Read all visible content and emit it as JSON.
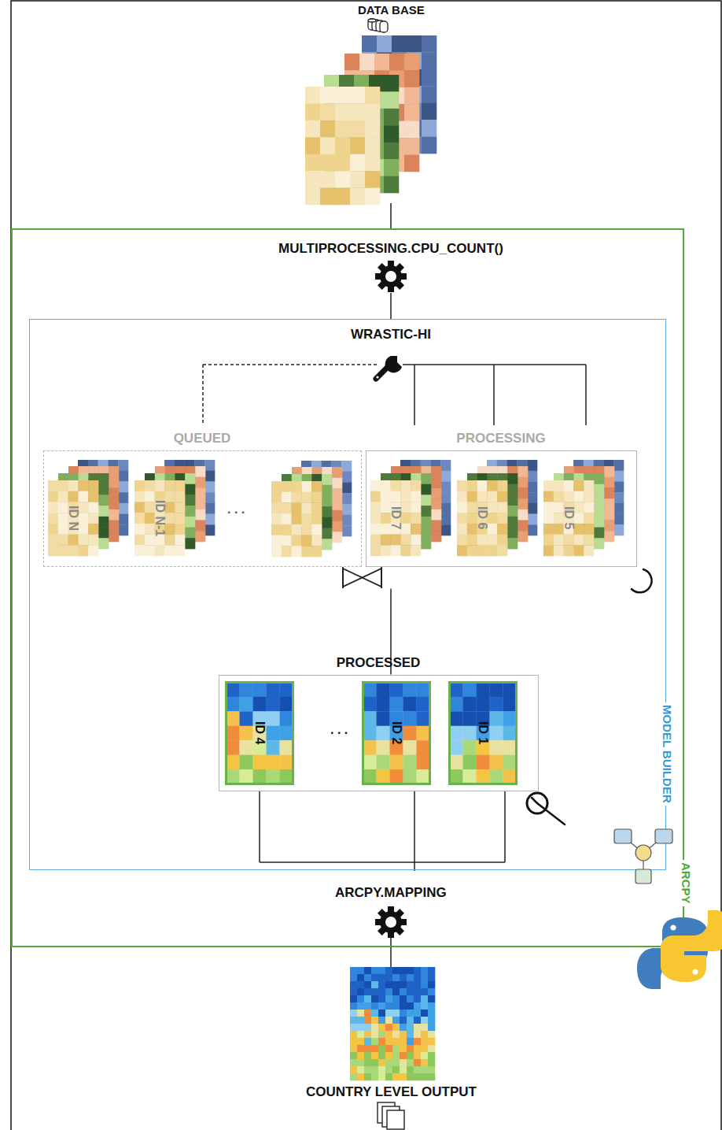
{
  "diagram": {
    "nodes": [
      {
        "text": [
          "ARCPY"
        ]
      },
      {
        "text": [
          "MODEL BUILDER"
        ],
        "in": 0
      },
      {
        "text": [
          "QUEUED"
        ],
        "in": 1
      },
      {
        "text": [
          "ID N"
        ],
        "in": 2
      },
      {
        "text": [
          "ID N-1"
        ],
        "in": 2
      },
      {
        "text": [
          "PROCESSING"
        ],
        "in": 1
      },
      {
        "text": [
          "ID 7"
        ],
        "in": 5
      },
      {
        "text": [
          "ID 6"
        ],
        "in": 5
      },
      {
        "text": [
          "ID 5"
        ],
        "in": 5
      },
      {
        "text": [
          "PROCESSED"
        ],
        "in": 1
      },
      {
        "text": [
          "ID 4"
        ],
        "in": 9
      },
      {
        "text": [
          "ID 2"
        ],
        "in": 9
      },
      {
        "text": [
          "ID 1"
        ],
        "in": 9
      }
    ],
    "edges": [
      {
        "from": 5,
        "to": 9,
        "arrow": "none"
      }
    ],
    "labels": [
      "DATA BASE",
      "MULTIPROCESSING.CPU_COUNT()",
      "WRASTIC-HI",
      ". . .",
      ". . .",
      "ARCPY.MAPPING",
      "COUNTRY LEVEL OUTPUT"
    ]
  }
}
